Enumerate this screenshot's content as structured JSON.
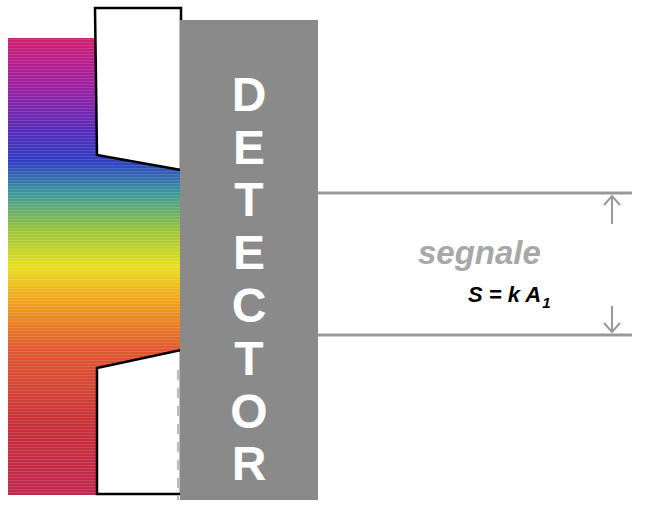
{
  "diagram": {
    "nodes": [
      {
        "text": [
          "DETECTOR"
        ]
      }
    ],
    "labels": [
      "segnale",
      "S = k A",
      "1"
    ]
  }
}
